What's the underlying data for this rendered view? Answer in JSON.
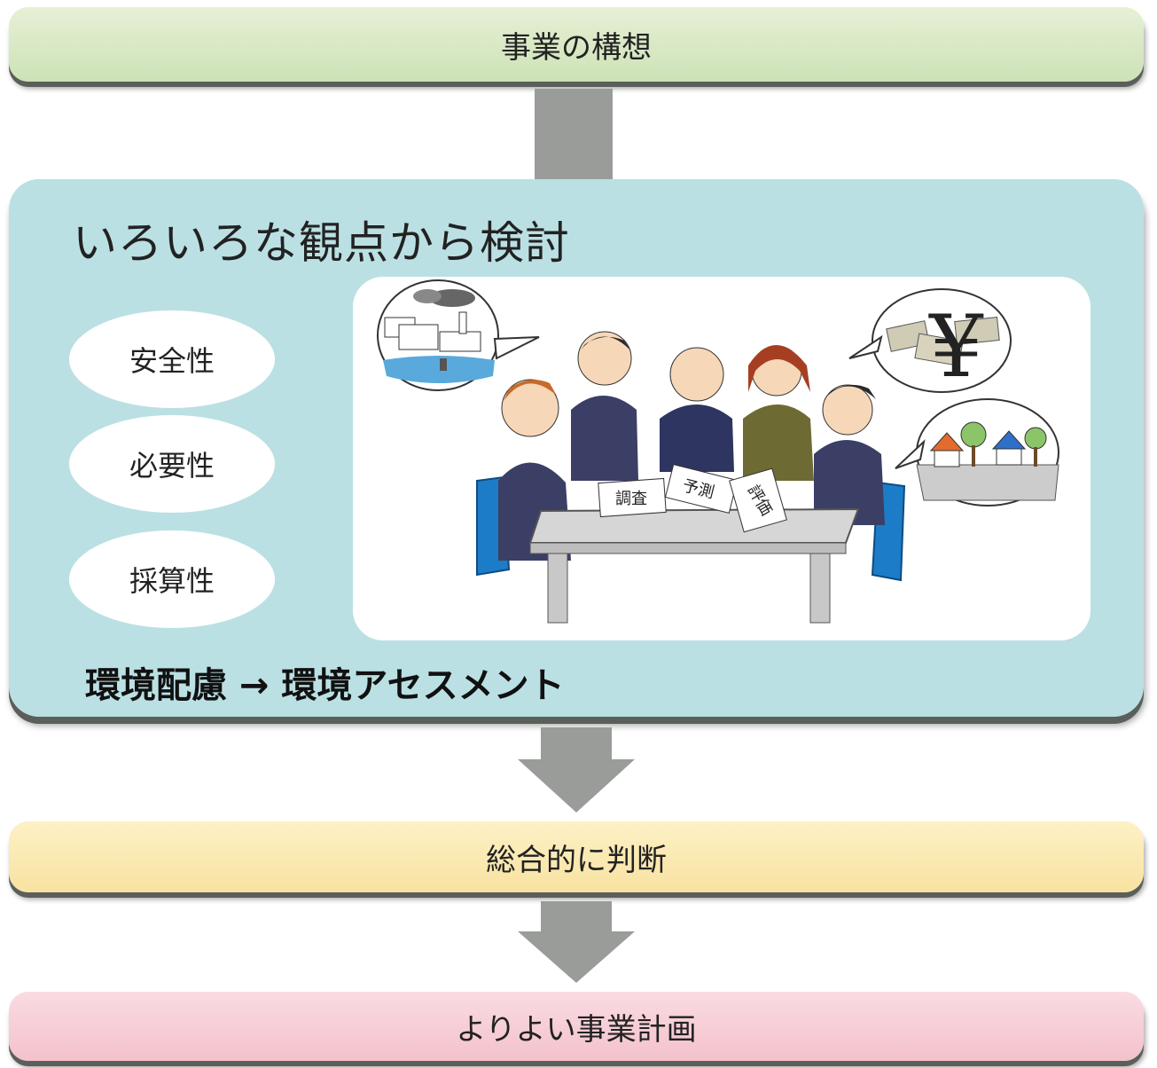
{
  "steps": {
    "top": "事業の構想",
    "judge": "総合的に判断",
    "final": "よりよい事業計画"
  },
  "panel": {
    "title": "いろいろな観点から検討",
    "aspects": [
      "安全性",
      "必要性",
      "採算性"
    ],
    "footer": "環境配慮 → 環境アセスメント",
    "documents": [
      "調査",
      "予測",
      "評価"
    ],
    "money_symbol": "¥"
  },
  "colors": {
    "top_bar": "#d8e9c6",
    "panel": "#bbe0e4",
    "judge_bar": "#fbe9b3",
    "final_bar": "#f6cdd6",
    "arrow": "#9a9c9a"
  }
}
